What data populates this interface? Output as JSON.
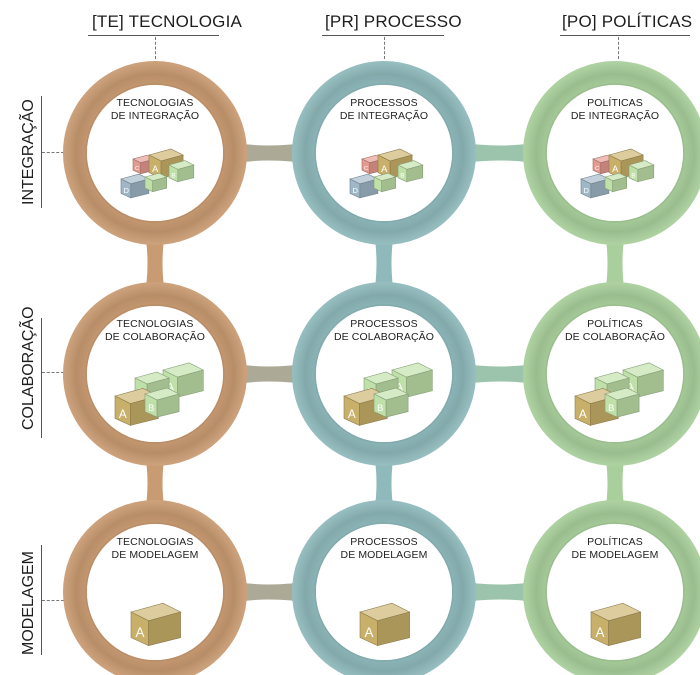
{
  "columns": [
    {
      "title": "[TE] TECNOLOGIA",
      "color": "#c99b72"
    },
    {
      "title": "[PR] PROCESSO",
      "color": "#8fb9bb"
    },
    {
      "title": "[PO] POLÍTICAS",
      "color": "#a9cf9c"
    }
  ],
  "rows": [
    {
      "title": "INTEGRAÇÃO"
    },
    {
      "title": "COLABORAÇÃO"
    },
    {
      "title": "MODELAGEM"
    }
  ],
  "cells": [
    [
      {
        "line1": "TECNOLOGIAS",
        "line2": "DE INTEGRAÇÃO",
        "icon": "integration-blocks-icon"
      },
      {
        "line1": "PROCESSOS",
        "line2": "DE INTEGRAÇÃO",
        "icon": "integration-blocks-icon"
      },
      {
        "line1": "POLÍTICAS",
        "line2": "DE INTEGRAÇÃO",
        "icon": "integration-blocks-icon"
      }
    ],
    [
      {
        "line1": "TECNOLOGIAS",
        "line2": "DE COLABORAÇÃO",
        "icon": "collaboration-cubes-icon"
      },
      {
        "line1": "PROCESSOS",
        "line2": "DE COLABORAÇÃO",
        "icon": "collaboration-cubes-icon"
      },
      {
        "line1": "POLÍTICAS",
        "line2": "DE COLABORAÇÃO",
        "icon": "collaboration-cubes-icon"
      }
    ],
    [
      {
        "line1": "TECNOLOGIAS",
        "line2": "DE MODELAGEM",
        "icon": "modeling-cube-icon"
      },
      {
        "line1": "PROCESSOS",
        "line2": "DE MODELAGEM",
        "icon": "modeling-cube-icon"
      },
      {
        "line1": "POLÍTICAS",
        "line2": "DE MODELAGEM",
        "icon": "modeling-cube-icon"
      }
    ]
  ],
  "cube_letters": {
    "a": "A",
    "b": "B",
    "c": "C",
    "d": "D"
  },
  "palette": {
    "cube_gold": "#c9b06a",
    "cube_green": "#bfe0a8",
    "cube_red": "#e59a90",
    "cube_blue": "#9fb7c6"
  }
}
